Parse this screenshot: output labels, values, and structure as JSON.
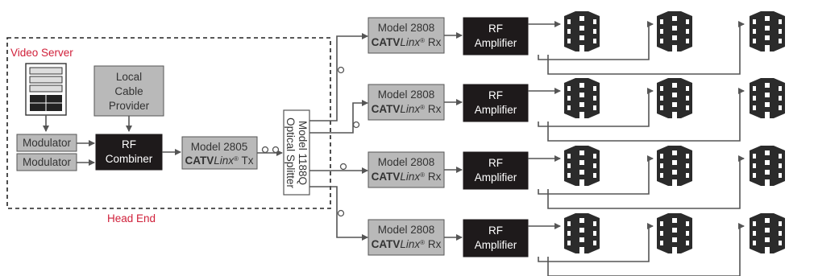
{
  "head_end": {
    "video_server_label": "Video Server",
    "head_end_label": "Head End",
    "modulator_labels": [
      "Modulator",
      "Modulator"
    ],
    "local_cable_lines": [
      "Local",
      "Cable",
      "Provider"
    ],
    "rf_combiner_lines": [
      "RF",
      "Combiner"
    ],
    "transmitter": {
      "model": "Model 2805",
      "brand": "CATV",
      "brand_italic": "Linx",
      "reg": "®",
      "suffix": "Tx"
    },
    "splitter_lines": [
      "Model 1188Q",
      "Optical Splitter"
    ]
  },
  "branches": [
    {
      "rx_model": "Model 2808",
      "brand": "CATV",
      "brand_italic": "Linx",
      "reg": "®",
      "rx_suffix": "Rx",
      "amp_lines": [
        "RF",
        "Amplifier"
      ]
    },
    {
      "rx_model": "Model 2808",
      "brand": "CATV",
      "brand_italic": "Linx",
      "reg": "®",
      "rx_suffix": "Rx",
      "amp_lines": [
        "RF",
        "Amplifier"
      ]
    },
    {
      "rx_model": "Model 2808",
      "brand": "CATV",
      "brand_italic": "Linx",
      "reg": "®",
      "rx_suffix": "Rx",
      "amp_lines": [
        "RF",
        "Amplifier"
      ]
    },
    {
      "rx_model": "Model 2808",
      "brand": "CATV",
      "brand_italic": "Linx",
      "reg": "®",
      "rx_suffix": "Rx",
      "amp_lines": [
        "RF",
        "Amplifier"
      ]
    }
  ],
  "colors": {
    "accent_red": "#d0203a",
    "box_gray": "#b9b9b9",
    "box_black": "#1e1a1b"
  }
}
